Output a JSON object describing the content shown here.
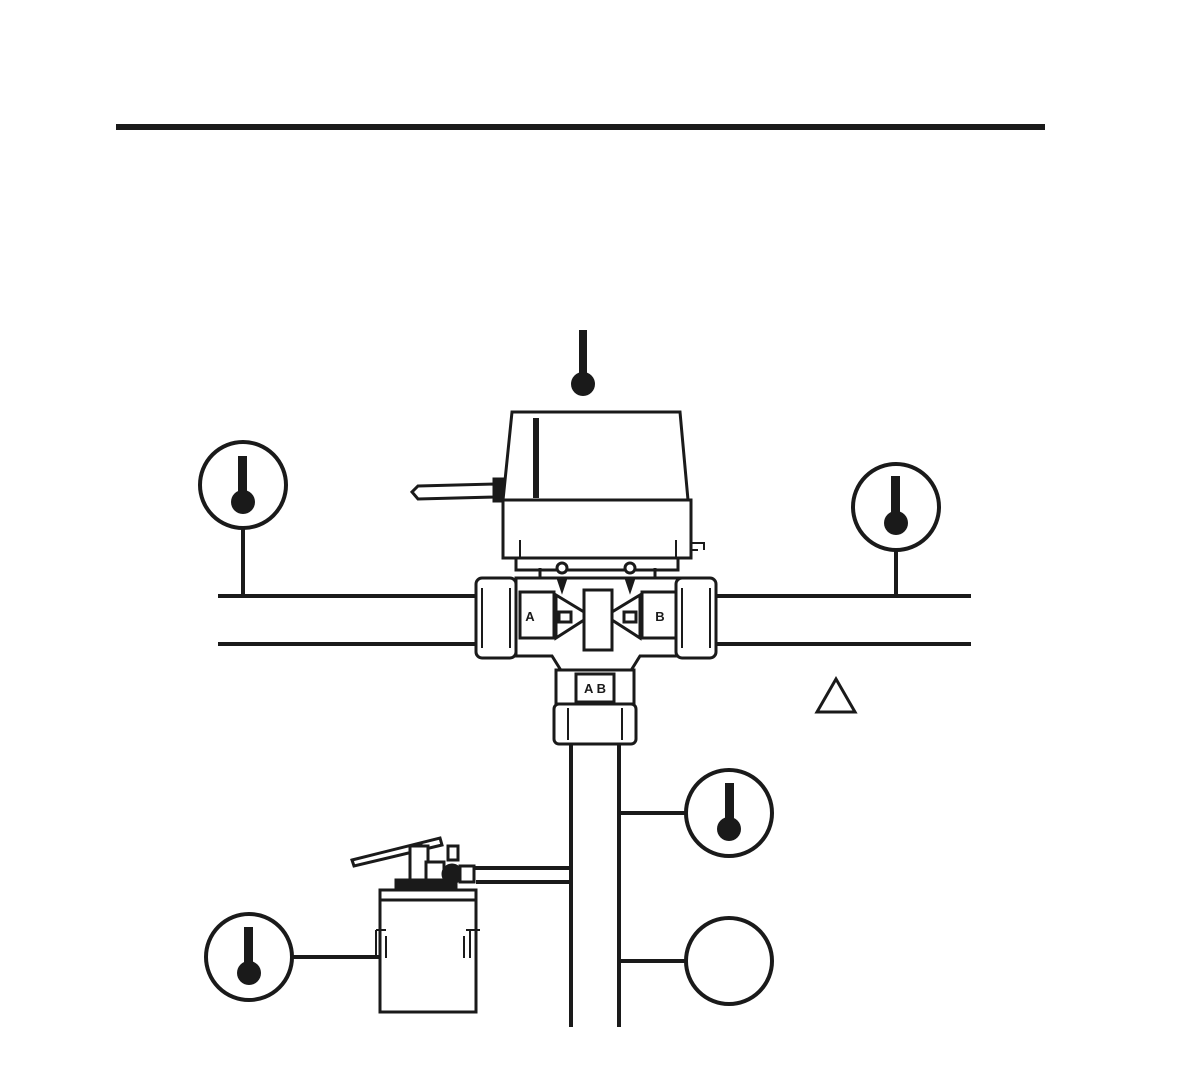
{
  "diagram": {
    "ports": {
      "a": "A",
      "b": "B",
      "ab": "A B"
    },
    "colors": {
      "line": "#1a1a1a",
      "body_fill": "#ffffff",
      "background": "#ffffff"
    },
    "icons": [
      "thermometer-icon",
      "warning-triangle-icon",
      "empty-gauge-circle"
    ]
  }
}
